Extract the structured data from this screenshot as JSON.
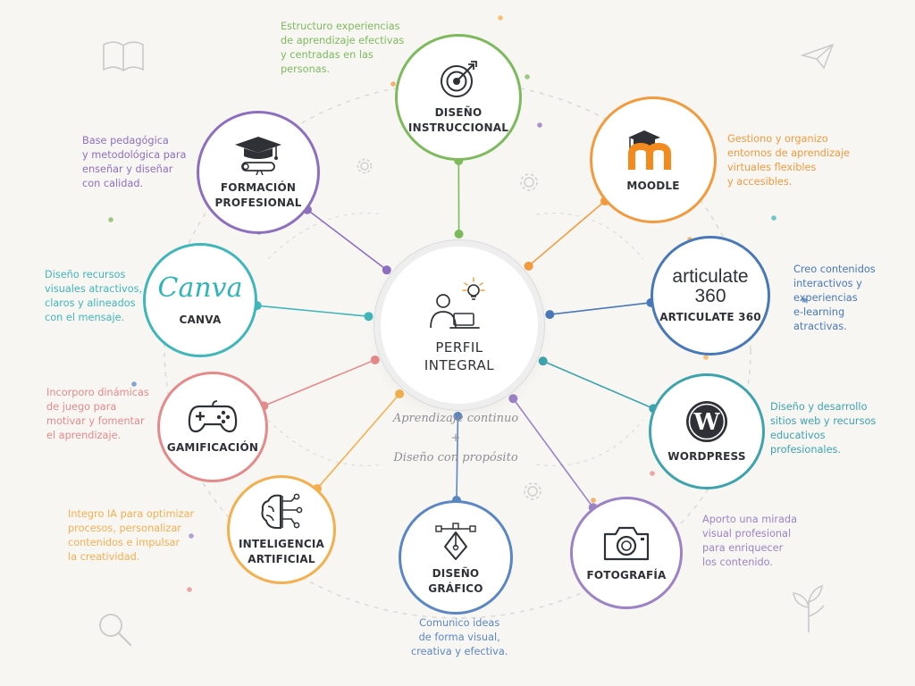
{
  "center": {
    "title": "PERFIL\nINTEGRAL",
    "icon": "person-laptop-idea-icon"
  },
  "motto": {
    "line1": "Aprendizaje continuo",
    "plus": "+",
    "line2": "Diseño con propósito"
  },
  "nodes": [
    {
      "id": "diseno-instruccional",
      "title": "DISEÑO\nINSTRUCCIONAL",
      "icon": "target-arrow-icon",
      "color": "#7dba5c",
      "desc": "Estructuro experiencias\nde aprendizaje efectivas\ny centradas en las\npersonas."
    },
    {
      "id": "moodle",
      "title": "MOODLE",
      "icon": "moodle-logo-icon",
      "color": "#f39a3d",
      "desc": "Gestiono y organizo\nentornos de aprendizaje\nvirtuales flexibles\ny accesibles."
    },
    {
      "id": "articulate",
      "title": "ARTICULATE 360",
      "logo_line1": "articulate",
      "logo_line2": "360",
      "icon": "articulate-logo-icon",
      "color": "#4878b8",
      "desc": "Creo contenidos\ninteractivos y\nexperiencias\ne-learning\natractivas."
    },
    {
      "id": "wordpress",
      "title": "WORDPRESS",
      "icon": "wordpress-logo-icon",
      "color": "#3da3ad",
      "desc": "Diseño y desarrollo\nsitios web y recursos\neducativos\nprofesionales."
    },
    {
      "id": "fotografia",
      "title": "FOTOGRAFÍA",
      "icon": "camera-icon",
      "color": "#9b83c6",
      "desc": "Aporto una mirada\nvisual profesional\npara enriquecer\nlos contenido."
    },
    {
      "id": "diseno-grafico",
      "title": "DISEÑO\nGRÁFICO",
      "icon": "pen-tool-icon",
      "color": "#5b86c4",
      "desc": "Comunico ideas\nde forma visual,\ncreativa y efectiva."
    },
    {
      "id": "ia",
      "title": "INTELIGENCIA\nARTIFICIAL",
      "icon": "brain-circuit-icon",
      "color": "#f4b04e",
      "desc": "Integro IA para optimizar\nprocesos, personalizar\ncontenidos e impulsar\nla creatividad."
    },
    {
      "id": "gamificacion",
      "title": "GAMIFICACIÓN",
      "icon": "gamepad-icon",
      "color": "#e58a8a",
      "desc": "Incorporo dinámicas\nde juego para\nmotivar y fomentar\nel aprendizaje."
    },
    {
      "id": "canva",
      "title": "CANVA",
      "logo_text": "Canva",
      "icon": "canva-logo-icon",
      "color": "#3fb6b9",
      "desc": "Diseño recursos\nvisuales atractivos,\nclaros y alineados\ncon el mensaje."
    },
    {
      "id": "formacion",
      "title": "FORMACIÓN\nPROFESIONAL",
      "icon": "graduation-cap-diploma-icon",
      "color": "#8d6fc0",
      "desc": "Base pedagógica\ny metodológica para\nenseñar y diseñar\ncon calidad."
    }
  ],
  "decor_icons": [
    "open-book-icon",
    "paper-plane-icon",
    "gear-icon",
    "magnifier-icon",
    "plant-icon"
  ]
}
